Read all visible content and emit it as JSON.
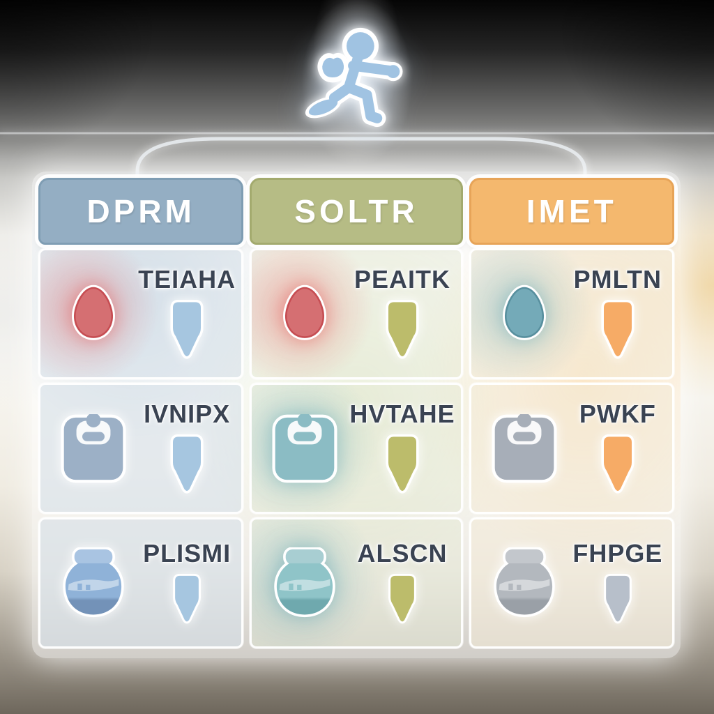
{
  "hero": {
    "icon": "running-person-icon",
    "icon_color": "#a0c3e2"
  },
  "connector": {
    "shape": "bracket-connector",
    "color": "#e2e6e9"
  },
  "columns": [
    {
      "label": "DPRM",
      "header_color": "#94aec3",
      "header_border": "#7f9db3"
    },
    {
      "label": "SOLTR",
      "header_color": "#b6bc85",
      "header_border": "#a3aa6e"
    },
    {
      "label": "IMET",
      "header_color": "#f4b86e",
      "header_border": "#e7a458"
    }
  ],
  "rows": [
    {
      "icon": "blob-icon",
      "cells": [
        {
          "label": "TEIAHA",
          "icon_color": "#d56f72",
          "icon_border": "#c64d52",
          "arrow_color": "#a6c6e0"
        },
        {
          "label": "PEAITK",
          "icon_color": "#d56f72",
          "icon_border": "#c64d52",
          "arrow_color": "#bcbc6b"
        },
        {
          "label": "PMLTN",
          "icon_color": "#74aab8",
          "icon_border": "#578f9e",
          "arrow_color": "#f6ab66"
        }
      ]
    },
    {
      "icon": "scale-icon",
      "cells": [
        {
          "label": "IVNIPX",
          "icon_color": "#9cb0c6",
          "arrow_color": "#a6c6e0"
        },
        {
          "label": "HVTAHE",
          "icon_color": "#8bbcc4",
          "arrow_color": "#bcbc6b"
        },
        {
          "label": "PWKF",
          "icon_color": "#a7aeb8",
          "arrow_color": "#f6ab66"
        }
      ]
    },
    {
      "icon": "jar-icon",
      "cells": [
        {
          "label": "PLISMI",
          "jar_lid": "#a9c4e2",
          "jar_top": "#8fb2d8",
          "jar_bottom": "#7392b8",
          "arrow_color": "#a6c6e0"
        },
        {
          "label": "ALSCN",
          "jar_lid": "#a8ced2",
          "jar_top": "#8fc4c8",
          "jar_bottom": "#6fa9ae",
          "arrow_color": "#bcbc6b"
        },
        {
          "label": "FHPGE",
          "jar_lid": "#c3c7cc",
          "jar_top": "#b3b8be",
          "jar_bottom": "#9aa0a7",
          "arrow_color": "#b7bfca"
        }
      ]
    }
  ]
}
